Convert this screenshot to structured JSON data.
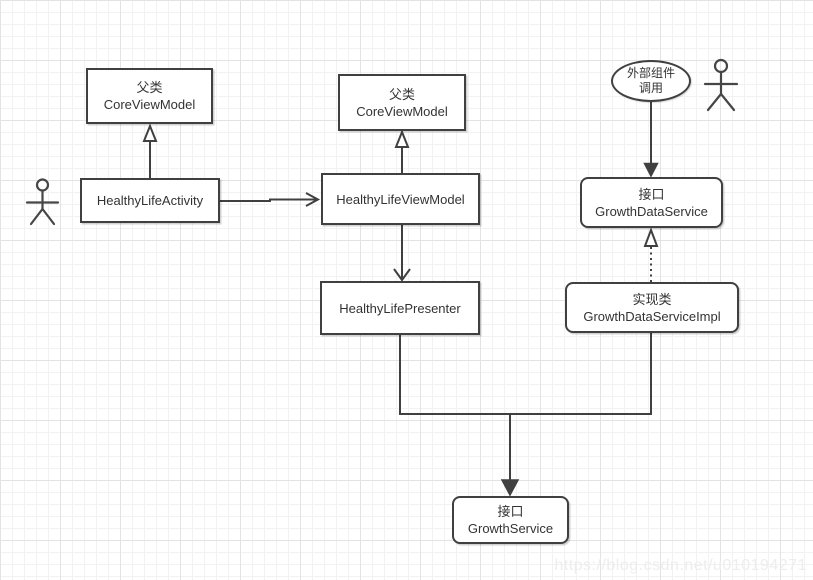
{
  "nodes": {
    "core_viewmodel_left": {
      "line1": "父类",
      "line2": "CoreViewModel"
    },
    "core_viewmodel_mid": {
      "line1": "父类",
      "line2": "CoreViewModel"
    },
    "activity": {
      "label": "HealthyLifeActivity"
    },
    "viewmodel": {
      "label": "HealthyLifeViewModel"
    },
    "presenter": {
      "label": "HealthyLifePresenter"
    },
    "external_call": {
      "line1": "外部组件",
      "line2": "调用"
    },
    "growth_data_service": {
      "line1": "接口",
      "line2": "GrowthDataService"
    },
    "growth_data_service_impl": {
      "line1": "实现类",
      "line2": "GrowthDataServiceImpl"
    },
    "growth_service": {
      "line1": "接口",
      "line2": "GrowthService"
    }
  },
  "icons": {
    "actor_left": "actor-stick-figure",
    "actor_right": "actor-stick-figure"
  },
  "edges": {
    "activity_extends_coreviewmodel": "inheritance (hollow triangle)",
    "viewmodel_extends_coreviewmodel": "inheritance (hollow triangle)",
    "activity_to_viewmodel": "open arrow",
    "viewmodel_to_presenter": "open arrow",
    "external_call_to_growth_data_service": "solid arrow",
    "impl_realizes_growth_data_service": "dashed hollow triangle",
    "presenter_and_impl_to_growth_service": "solid arrow"
  },
  "colors": {
    "stroke": "#404040",
    "text": "#333333",
    "background": "#ffffff",
    "grid_minor": "#f2f2f2",
    "grid_major": "#e3e3e3",
    "watermark": "#ededed"
  },
  "watermark": "https://blog.csdn.net/u010194271"
}
